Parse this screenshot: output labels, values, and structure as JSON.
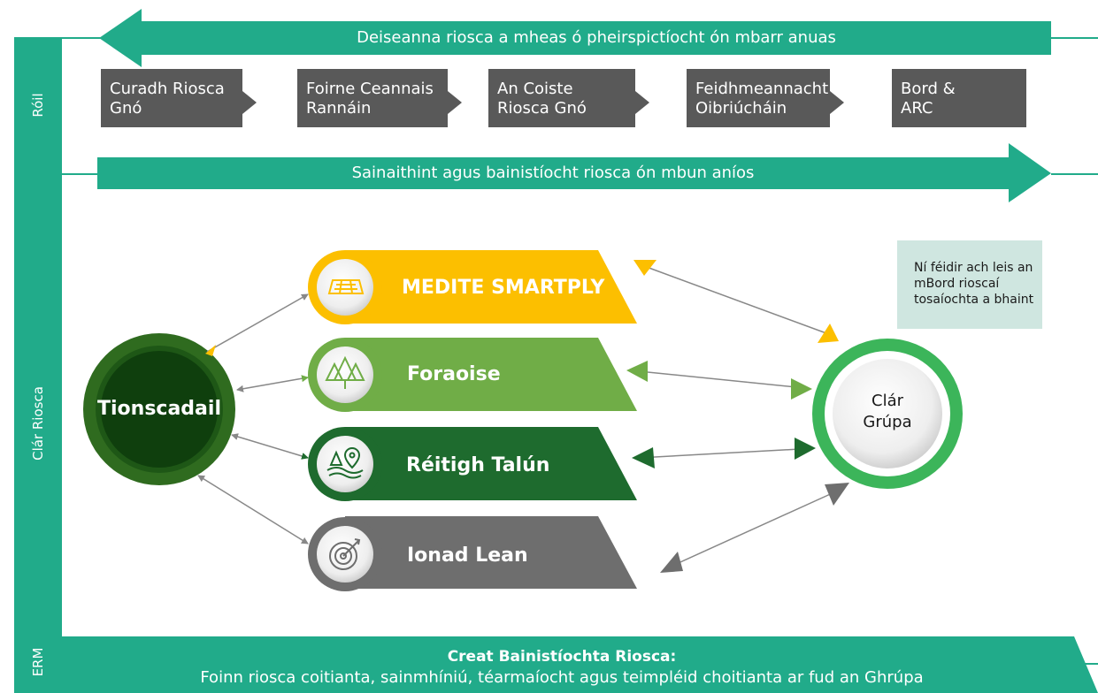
{
  "top_arrow": {
    "text": "Deiseanna riosca a mheas ó pheirspictíocht ón mbarr anuas"
  },
  "mid_arrow": {
    "text": "Sainaithint agus bainistíocht riosca ón mbun aníos"
  },
  "bottom_band": {
    "title": "Creat Bainistíochta Riosca:",
    "subtitle": "Foinn riosca coitianta, sainmhíniú, téarmaíocht agus teimpléid choitianta ar fud an Ghrúpa"
  },
  "side_labels": {
    "roles": "Róil",
    "register": "Clár Riosca",
    "erm": "ERM"
  },
  "roles": [
    {
      "line1": "Curadh Riosca",
      "line2": "Gnó"
    },
    {
      "line1": "Foirne Ceannais",
      "line2": "Rannáin"
    },
    {
      "line1": "An Coiste",
      "line2": "Riosca Gnó"
    },
    {
      "line1": "Feidhmeannacht",
      "line2": "Oibriúcháin"
    },
    {
      "line1": "Bord &",
      "line2": "ARC"
    }
  ],
  "projects": {
    "label": "Tionscadail"
  },
  "group_register": {
    "line1": "Clár",
    "line2": "Grúpa"
  },
  "divisions": [
    {
      "label": "MEDITE SMARTPLY",
      "icon": "board-icon",
      "color": "#fcbf00"
    },
    {
      "label": "Foraoise",
      "icon": "trees-icon",
      "color": "#70ad47"
    },
    {
      "label": "Réitigh Talún",
      "icon": "land-pin-icon",
      "color": "#1e6b2e"
    },
    {
      "label": "Ionad Lean",
      "icon": "target-icon",
      "color": "#6e6e6e"
    }
  ],
  "note": {
    "text": "Ní féidir ach leis an mBord rioscaí tosaíochta a bhaint"
  },
  "colors": {
    "teal": "#21ab8a",
    "gray_box": "#595959",
    "dark_green": "#2f6b1f",
    "ring_green": "#3cb55a"
  }
}
